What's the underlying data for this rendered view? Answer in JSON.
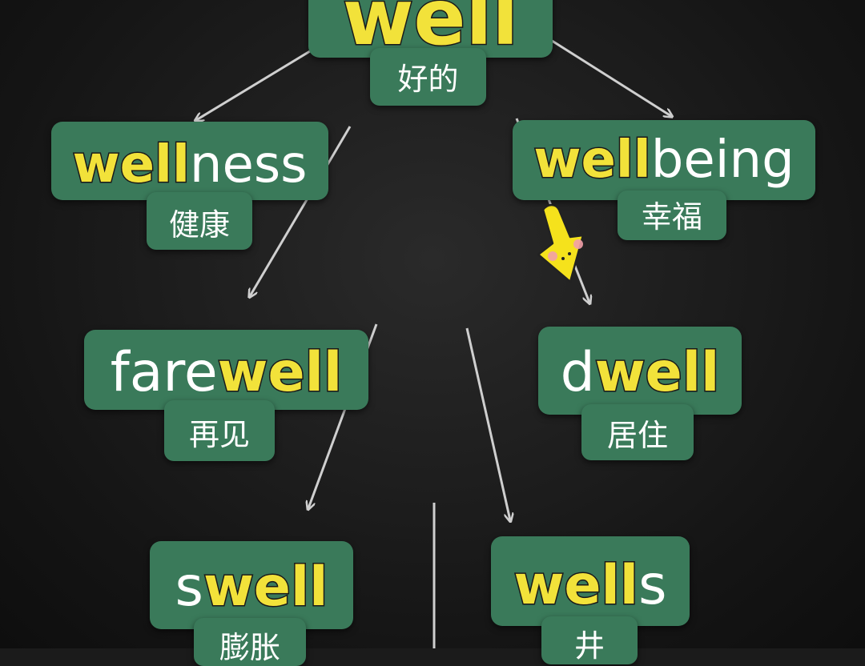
{
  "nodes": {
    "well": {
      "root": "well",
      "suffix": "",
      "prefix": "",
      "meaning": "好的"
    },
    "wellness": {
      "root": "well",
      "suffix": "ness",
      "prefix": "",
      "meaning": "健康"
    },
    "wellbeing": {
      "root": "well",
      "suffix": "being",
      "prefix": "",
      "meaning": "幸福"
    },
    "farewell": {
      "root": "well",
      "suffix": "",
      "prefix": "fare",
      "meaning": "再见"
    },
    "dwell": {
      "root": "well",
      "suffix": "",
      "prefix": "d",
      "meaning": "居住"
    },
    "swell": {
      "root": "well",
      "suffix": "",
      "prefix": "s",
      "meaning": "膨胀"
    },
    "wells": {
      "root": "well",
      "suffix": "s",
      "prefix": "",
      "meaning": "井"
    }
  },
  "colors": {
    "box": "#3a7a5a",
    "highlight": "#f2e23a",
    "text": "#ffffff",
    "arrow": "#d0d0d0",
    "pointer": "#f5e21c"
  },
  "pointer_icon": "yellow-down-arrow-icon"
}
